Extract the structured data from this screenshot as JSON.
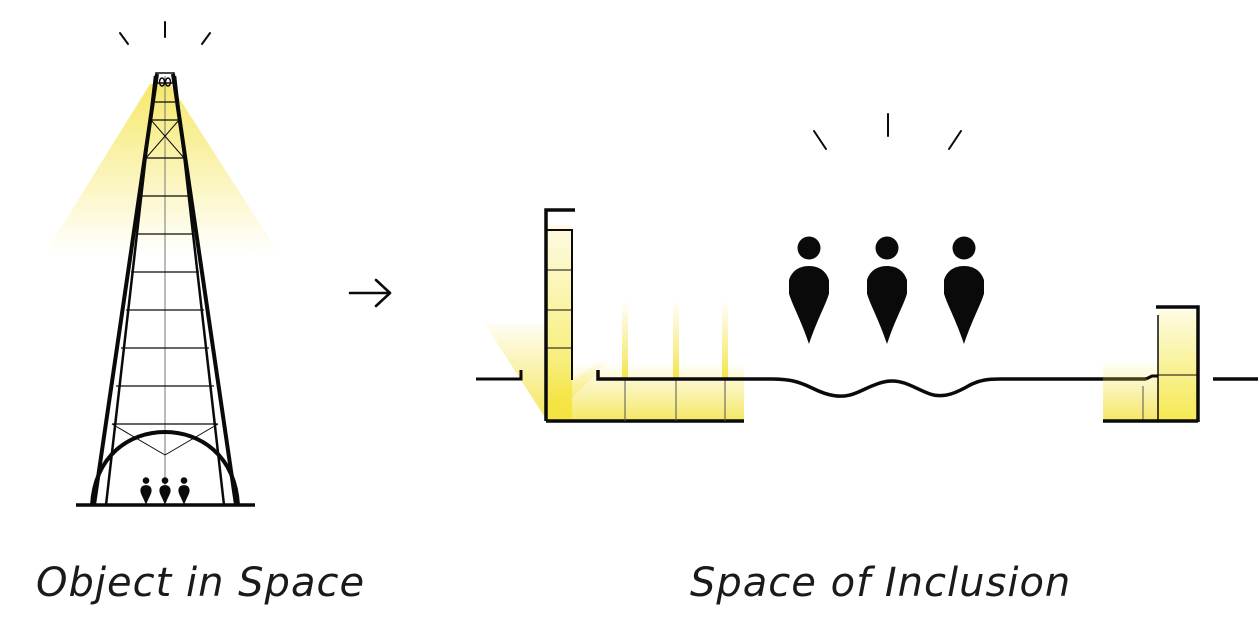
{
  "captions": {
    "left": "Object in Space",
    "right": "Space of Inclusion"
  },
  "colors": {
    "stroke": "#0a0a0a",
    "glow": "#f5e23a",
    "background": "#ffffff"
  },
  "icons": [
    "radiance-marks",
    "arrow-right",
    "person-figure"
  ]
}
